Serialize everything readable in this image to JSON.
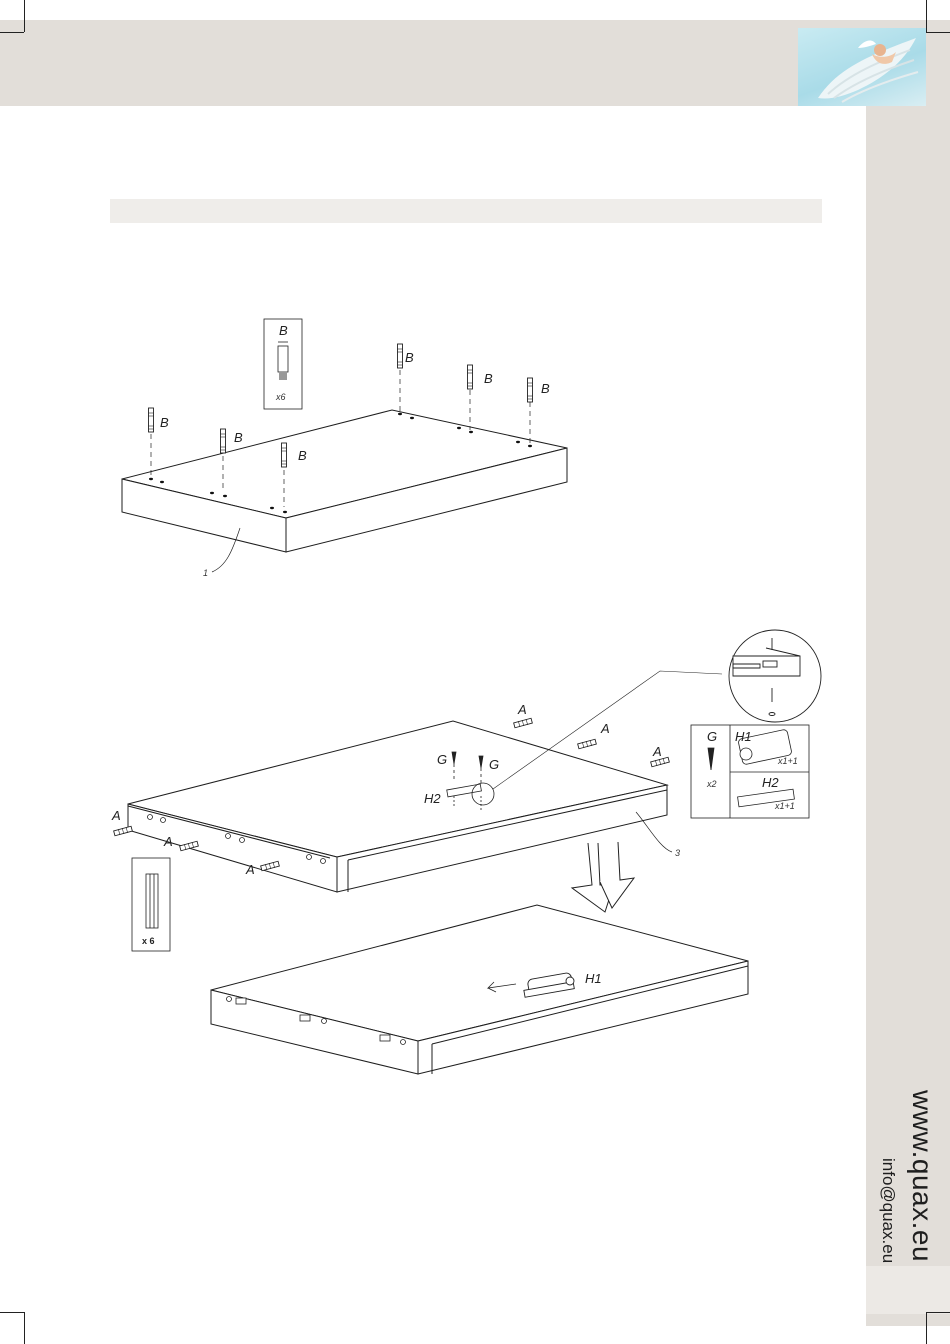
{
  "step1": {
    "part_number": "1",
    "dowel_label": "B",
    "kit_label": "B",
    "kit_quantity": "x6"
  },
  "step2": {
    "part_number": "3",
    "dowel_label": "A",
    "screw_label": "G",
    "hinge_label": "H1",
    "plate_label": "H2",
    "box_screw_label": "G",
    "box_screw_qty": "x2",
    "box_hinge_label": "H1",
    "box_hinge_qty": "x1+1",
    "box_plate_label": "H2",
    "box_plate_qty": "x1+1",
    "dowel_pack_qty": "x 6",
    "result_hinge_label": "H1"
  },
  "footer": {
    "website": "www.quax.eu",
    "email": "info@quax.eu"
  },
  "colors": {
    "band": "#e2ded9",
    "section_bar": "#efedea",
    "line": "#1e1e1e"
  }
}
